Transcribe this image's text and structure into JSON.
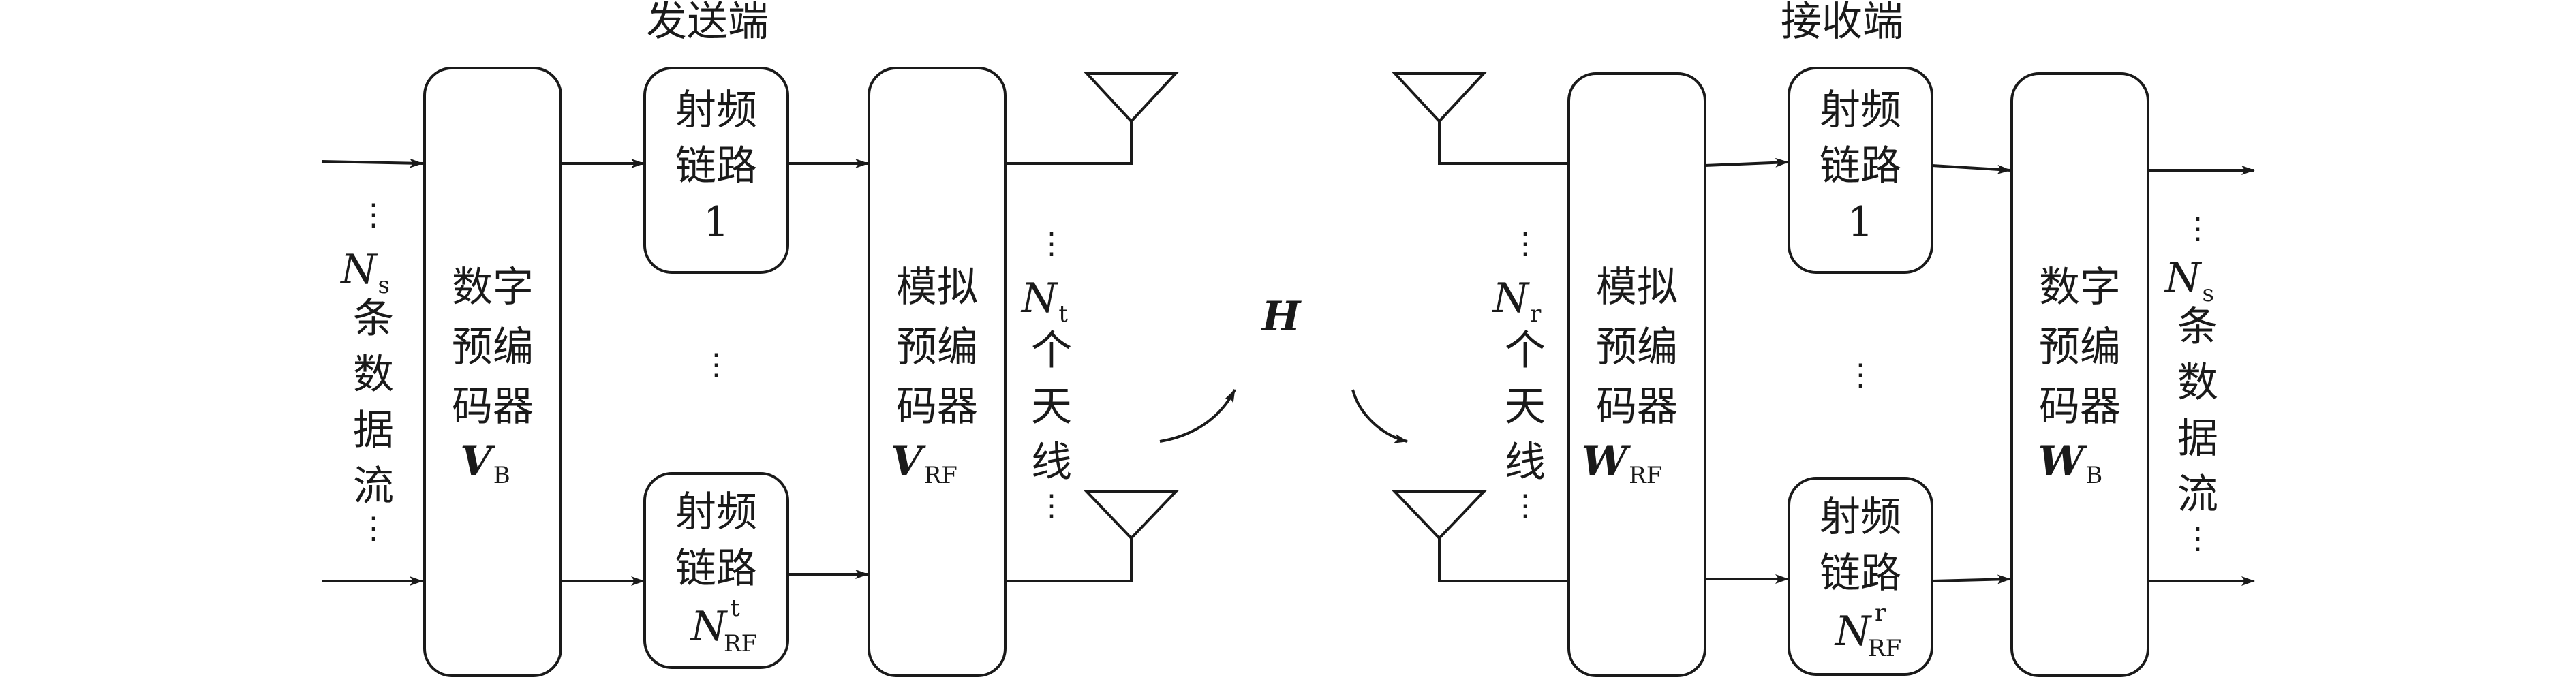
{
  "tx": {
    "title": "发送端",
    "input_label": {
      "n": "N",
      "n_sub": "s",
      "lines": [
        "条",
        "数",
        "据",
        "流"
      ]
    },
    "digital_precoder": {
      "lines": [
        "数字",
        "预编",
        "码器"
      ],
      "sym": "V",
      "sym_sub": "B"
    },
    "rf_chain_top": {
      "lines": [
        "射频",
        "链路"
      ],
      "index": "1"
    },
    "rf_chain_bottom": {
      "lines": [
        "射频",
        "链路"
      ],
      "sym": "N",
      "sym_sup": "t",
      "sym_sub": "RF"
    },
    "analog_precoder": {
      "lines": [
        "模拟",
        "预编",
        "码器"
      ],
      "sym": "V",
      "sym_sub": "RF"
    },
    "antennas": {
      "n": "N",
      "n_sub": "t",
      "lines": [
        "个",
        "天",
        "线"
      ]
    }
  },
  "channel": {
    "sym": "H"
  },
  "rx": {
    "title": "接收端",
    "antennas": {
      "n": "N",
      "n_sub": "r",
      "lines": [
        "个",
        "天",
        "线"
      ]
    },
    "analog_combiner": {
      "lines": [
        "模拟",
        "预编",
        "码器"
      ],
      "sym": "W",
      "sym_sub": "RF"
    },
    "rf_chain_top": {
      "lines": [
        "射频",
        "链路"
      ],
      "index": "1"
    },
    "rf_chain_bottom": {
      "lines": [
        "射频",
        "链路"
      ],
      "sym": "N",
      "sym_sup": "r",
      "sym_sub": "RF"
    },
    "digital_combiner": {
      "lines": [
        "数字",
        "预编",
        "码器"
      ],
      "sym": "W",
      "sym_sub": "B"
    },
    "output_label": {
      "n": "N",
      "n_sub": "s",
      "lines": [
        "条",
        "数",
        "据",
        "流"
      ]
    }
  },
  "ellipsis": "⋮"
}
